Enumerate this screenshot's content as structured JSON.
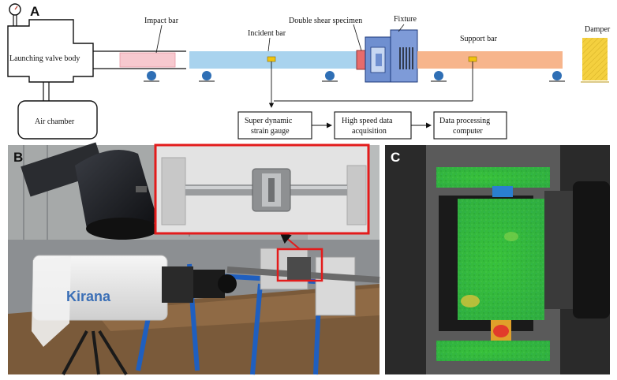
{
  "panels": {
    "a": {
      "letter": "A",
      "labels": {
        "launching_valve": "Launching valve body",
        "air_chamber": "Air chamber",
        "impact_bar": "Impact bar",
        "incident_bar": "Incident bar",
        "double_shear": "Double shear specimen",
        "fixture": "Fixture",
        "support_bar": "Support bar",
        "damper": "Damper"
      },
      "flow": {
        "strain_gauge": [
          "Super dynamic",
          "strain gauge"
        ],
        "daq": [
          "High speed data",
          "acquisition"
        ],
        "computer": [
          "Data processing",
          "computer"
        ]
      },
      "colors": {
        "impact_bar": "#f7c9cf",
        "incident_bar": "#a9d3ee",
        "support_bar": "#f7b58c",
        "fixture": "#6f8fd0",
        "damper": "#f4d03f",
        "support_roller": "#2f6fb5",
        "gauge": "#f1c40f"
      }
    },
    "b": {
      "letter": "B",
      "camera_brand": "Kirana",
      "highlight_color": "#e31b1b"
    },
    "c": {
      "letter": "C"
    }
  }
}
